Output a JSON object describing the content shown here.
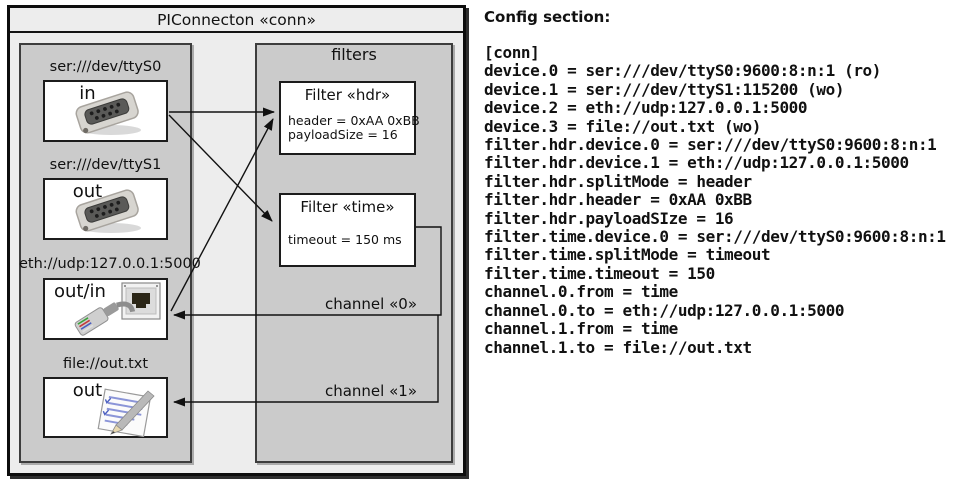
{
  "diagram": {
    "title": "PIConnecton «conn»",
    "devices_panel": {
      "devices": [
        {
          "label": "ser:///dev/ttyS0",
          "direction": "in",
          "icon": "serial-connector-icon"
        },
        {
          "label": "ser:///dev/ttyS1",
          "direction": "out",
          "icon": "serial-connector-icon"
        },
        {
          "label": "eth://udp:127.0.0.1:5000",
          "direction": "out/in",
          "icon": "ethernet-connector-icon"
        },
        {
          "label": "file://out.txt",
          "direction": "out",
          "icon": "notepad-icon"
        }
      ]
    },
    "filters_panel": {
      "title": "filters",
      "filters": [
        {
          "title": "Filter «hdr»",
          "params": [
            "header = 0xAA 0xBB",
            "payloadSize = 16"
          ]
        },
        {
          "title": "Filter «time»",
          "params": [
            "timeout = 150 ms"
          ]
        }
      ]
    },
    "channels": [
      {
        "label": "channel «0»"
      },
      {
        "label": "channel «1»"
      }
    ]
  },
  "config": {
    "heading": "Config section:",
    "lines": [
      "[conn]",
      "device.0 = ser:///dev/ttyS0:9600:8:n:1 (ro)",
      "device.1 = ser:///dev/ttyS1:115200 (wo)",
      "device.2 = eth://udp:127.0.0.1:5000",
      "device.3 = file://out.txt (wo)",
      "filter.hdr.device.0 = ser:///dev/ttyS0:9600:8:n:1",
      "filter.hdr.device.1 = eth://udp:127.0.0.1:5000",
      "filter.hdr.splitMode = header",
      "filter.hdr.header = 0xAA 0xBB",
      "filter.hdr.payloadSIze = 16",
      "filter.time.device.0 = ser:///dev/ttyS0:9600:8:n:1",
      "filter.time.splitMode = timeout",
      "filter.time.timeout = 150",
      "channel.0.from = time",
      "channel.0.to = eth://udp:127.0.0.1:5000",
      "channel.1.from = time",
      "channel.1.to = file://out.txt"
    ]
  },
  "colors": {
    "diagram_bg": "#ededed",
    "panel_bg": "#cbcbcb",
    "box_bg": "#ffffff",
    "line": "#111111"
  }
}
